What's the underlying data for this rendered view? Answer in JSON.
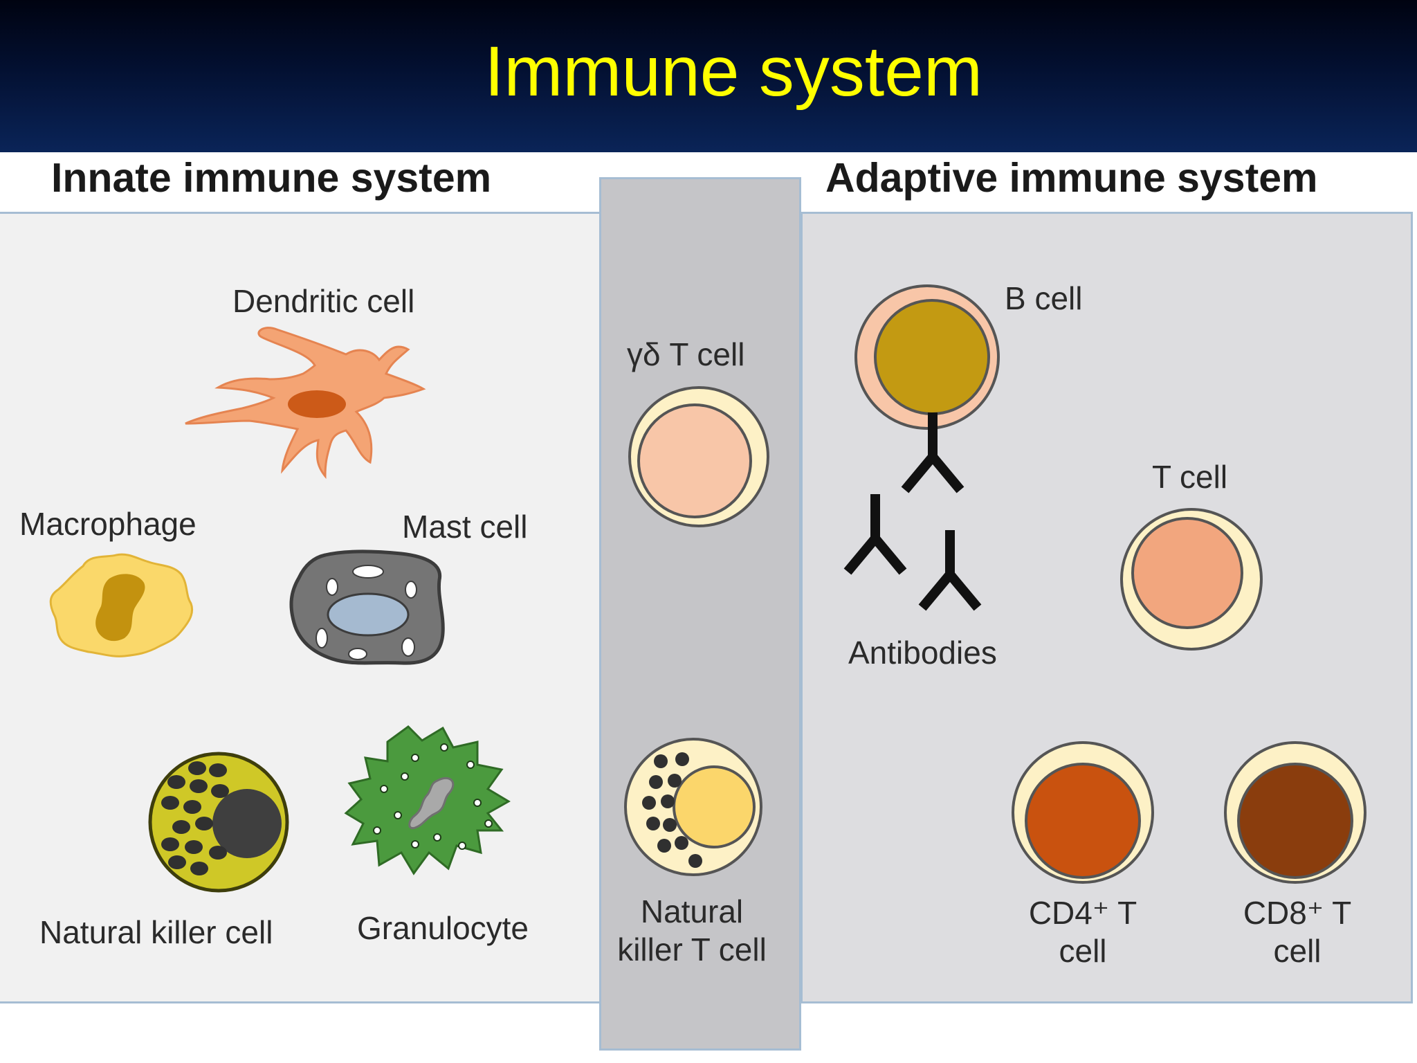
{
  "slide": {
    "title": "Immune system"
  },
  "innate": {
    "heading": "Innate immune system",
    "cells": {
      "dendritic": "Dendritic cell",
      "macrophage": "Macrophage",
      "mast": "Mast cell",
      "nk": "Natural killer cell",
      "granulocyte": "Granulocyte"
    }
  },
  "middle": {
    "gd_tcell": "γδ T cell",
    "nkt_line1": "Natural",
    "nkt_line2": "killer T cell"
  },
  "adaptive": {
    "heading": "Adaptive immune system",
    "cells": {
      "bcell": "B cell",
      "tcell": "T cell",
      "antibodies": "Antibodies",
      "cd4_line1": "CD4⁺ T",
      "cd4_line2": "cell",
      "cd8_line1": "CD8⁺ T",
      "cd8_line2": "cell"
    }
  },
  "colors": {
    "title": "#ffff00",
    "dendritic": "#f4a474",
    "macrophage": "#fad86a",
    "mast": "#757575",
    "nk": "#cfc827",
    "granulocyte": "#4b9a3e",
    "bcell_nucleus": "#c39a12",
    "tcell_nucleus": "#f2a67e",
    "cd4_nucleus": "#c9520f",
    "cd8_nucleus": "#8a3d0d"
  },
  "icons": [
    "antibody-icon"
  ]
}
